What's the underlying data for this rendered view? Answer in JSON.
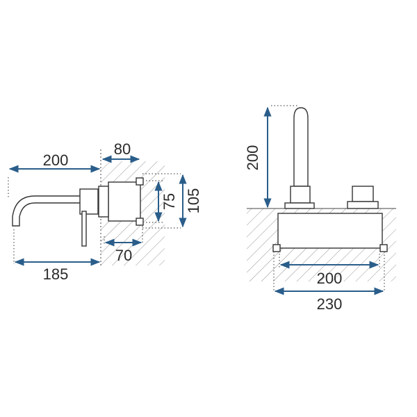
{
  "labels": {
    "left_width": "200",
    "left_depth": "80",
    "left_inner": "70",
    "left_reach": "185",
    "left_h_small": "75",
    "left_h_large": "105",
    "right_height": "200",
    "right_inner_width": "200",
    "right_outer_width": "230"
  },
  "colors": {
    "dimension": "#2a5d8a",
    "outline": "#333333"
  }
}
